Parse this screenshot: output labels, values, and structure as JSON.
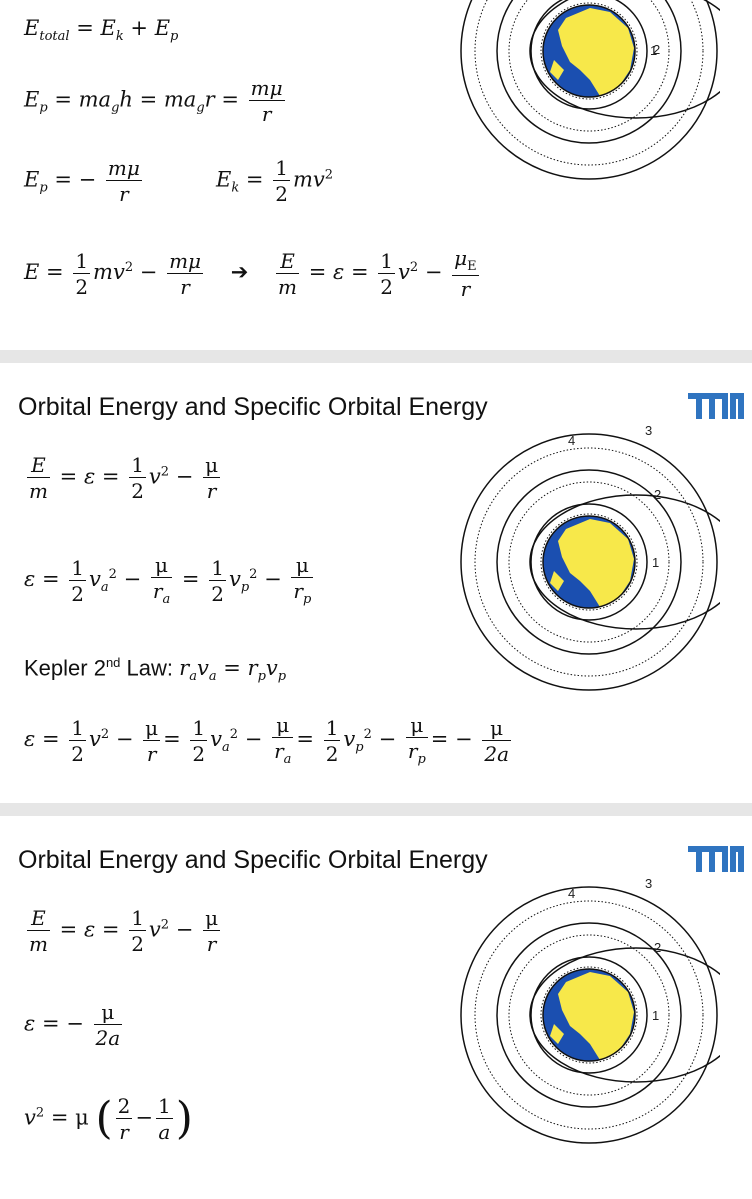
{
  "slide1": {
    "eq_total": "E_total = E_k + E_p",
    "eq_ep1": "E_p = m a_g h = m a_g r = mμ/r",
    "eq_ep2": "E_p = − mμ/r",
    "eq_ek": "E_k = ½ m v²",
    "eq_e": "E = ½ m v² − mμ/r → E/m = ε = ½ v² − μ_E/r"
  },
  "slide2": {
    "title": "Orbital Energy and Specific Orbital Energy",
    "kepler_label": "Kepler 2",
    "kepler_sup": "nd",
    "kepler_rest": " Law:"
  },
  "slide3": {
    "title": "Orbital Energy and Specific Orbital Energy"
  },
  "diagram": {
    "orbit_labels": [
      "1",
      "2",
      "3",
      "4"
    ],
    "earth_land_color": "#f7e84a",
    "earth_ocean_color": "#1b4fb0"
  },
  "logo": {
    "name": "tum-logo",
    "color": "#2f74c0"
  }
}
